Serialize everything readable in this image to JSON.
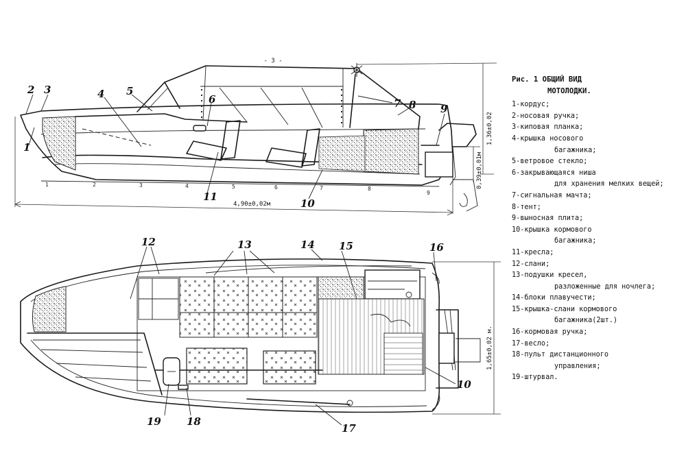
{
  "section_mark": "- 3 -",
  "legend": {
    "title_line1": "Рис. 1 ОБЩИЙ ВИД",
    "title_line2": "МОТОЛОДКИ.",
    "items": [
      {
        "text": "1-кордус;",
        "cont": ""
      },
      {
        "text": "2-носовая ручка;",
        "cont": ""
      },
      {
        "text": "3-киповая планка;",
        "cont": ""
      },
      {
        "text": "4-крышка носового",
        "cont": "багажника;"
      },
      {
        "text": "5-ветровое стекло;",
        "cont": ""
      },
      {
        "text": "6-закрывающаяся ниша",
        "cont": "для хранения мелких вещей;"
      },
      {
        "text": "7-сигнальная мачта;",
        "cont": ""
      },
      {
        "text": "8-тент;",
        "cont": ""
      },
      {
        "text": "9-выносная плита;",
        "cont": ""
      },
      {
        "text": "10-крышка кормового",
        "cont": "багажника;"
      },
      {
        "text": "11-кресла;",
        "cont": ""
      },
      {
        "text": "12-слани;",
        "cont": ""
      },
      {
        "text": "13-подушки кресел,",
        "cont": "разложенные для ночлега;"
      },
      {
        "text": "14-блоки плавучести;",
        "cont": ""
      },
      {
        "text": "15-крышка-слани кормового",
        "cont": "багажника(2шт.)"
      },
      {
        "text": "16-кормовая ручка;",
        "cont": ""
      },
      {
        "text": "17-весло;",
        "cont": ""
      },
      {
        "text": "18-пульт дистанционного",
        "cont": "управления;"
      },
      {
        "text": "19-штурвал.",
        "cont": ""
      }
    ]
  },
  "dimensions": {
    "length": "4,90±0,02м",
    "height": "1,36±0,02",
    "stern": "0,39±0,01м",
    "beam": "1,65±0,02 м."
  },
  "callouts_side": [
    "1",
    "2",
    "3",
    "4",
    "5",
    "6",
    "7",
    "8",
    "9",
    "10",
    "11"
  ],
  "callouts_plan": [
    "12",
    "13",
    "14",
    "15",
    "16",
    "17",
    "18",
    "19",
    "10"
  ],
  "station_ticks": [
    "1",
    "2",
    "3",
    "4",
    "5",
    "6",
    "7",
    "8",
    "9"
  ]
}
